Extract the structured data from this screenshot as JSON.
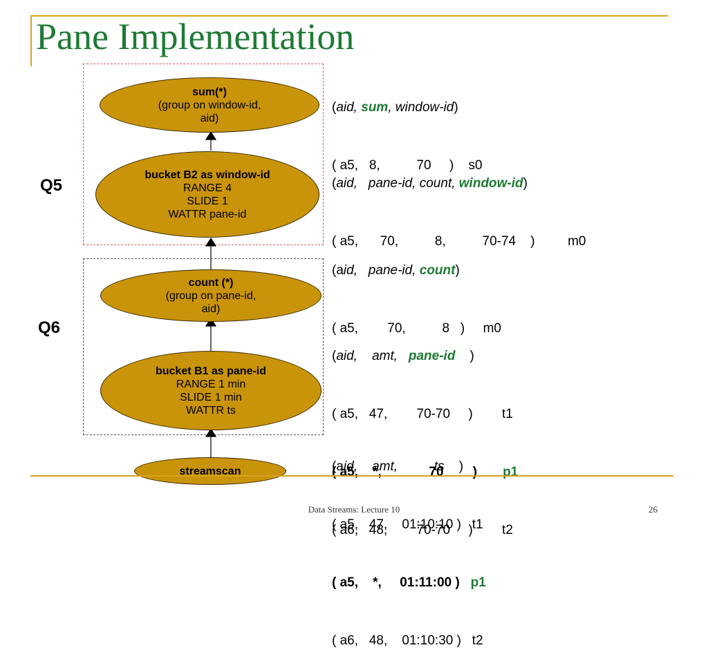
{
  "slide": {
    "title": "Pane Implementation",
    "footer": "Data Streams: Lecture 10",
    "page_number": "26"
  },
  "labels": {
    "q5": "Q5",
    "q6": "Q6"
  },
  "nodes": {
    "sum": {
      "title": "sum(*)",
      "lines": [
        "(group on window-id,",
        "aid)"
      ]
    },
    "bucket_b2": {
      "title": "bucket B2 as window-id",
      "lines": [
        "RANGE  4",
        "SLIDE  1",
        "WATTR  pane-id"
      ]
    },
    "count": {
      "title": "count (*)",
      "lines": [
        "(group on pane-id,",
        "aid)"
      ]
    },
    "bucket_b1": {
      "title": "bucket B1 as pane-id",
      "lines": [
        "RANGE  1 min",
        "SLIDE  1 min",
        "WATTR   ts"
      ]
    },
    "streamscan": {
      "title": "streamscan"
    }
  },
  "tables": {
    "t1": {
      "h1": "(",
      "h2": "aid, ",
      "h3": "sum",
      "h4": ", window-id",
      "h5": ")",
      "row1": "( a5,   8,          70     )    s0"
    },
    "t2": {
      "h1": "(",
      "h2": "aid,   pane-id, count, ",
      "h3": "window-id",
      "h4": ")",
      "row1": "( a5,      70,          8,          70-74    )         m0"
    },
    "t3": {
      "h1": "(a",
      "h2": "id,   pane-id, ",
      "h3": "count",
      "h4": ")",
      "row1": "( a5,        70,          8   )     m0"
    },
    "t4": {
      "h1": "(",
      "h2": "aid,    amt,   ",
      "h3": "pane-id",
      "h4": "    )",
      "row1": "( a5,   47,        70-70     )        t1",
      "row2a": "( a5,    *,             70        )       ",
      "row2b": "p1",
      "row3": "( a6,   48,        70-70     )        t2"
    },
    "t5": {
      "h1": "(a",
      "h2": "id,    amt,          ts    ",
      "h3": ")",
      "row1": "( a5,   47,    01:10:10 )   t1",
      "row2a": "( a5,    *,     01:11:00 )   ",
      "row2b": "p1",
      "row3": "( a6,   48,    01:10:30 )   t2"
    }
  }
}
